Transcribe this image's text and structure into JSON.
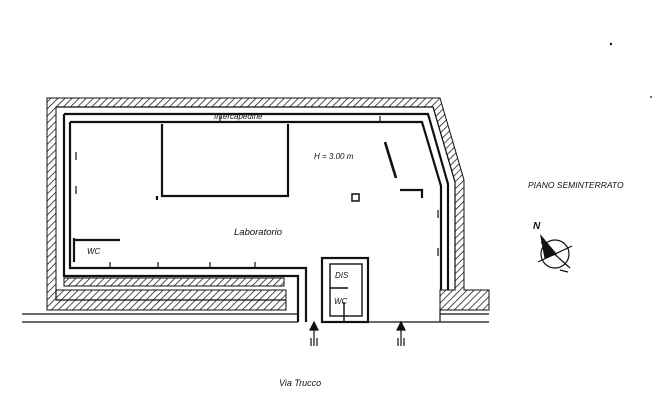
{
  "plan": {
    "title": "PIANO SEMINTERRATO",
    "street": "Via Trucco",
    "rooms": {
      "intercapedine": "Intercapedine",
      "laboratorio": "Laboratorio",
      "height": "H = 3.00 m",
      "wc_left": "WC",
      "dis": "DIS",
      "wc_small": "WC"
    },
    "north_label": "N",
    "entrance_icon": "entrance-arrow-icon",
    "colors": {
      "line": "#111111",
      "hatch": "#222222",
      "background": "#ffffff"
    }
  }
}
